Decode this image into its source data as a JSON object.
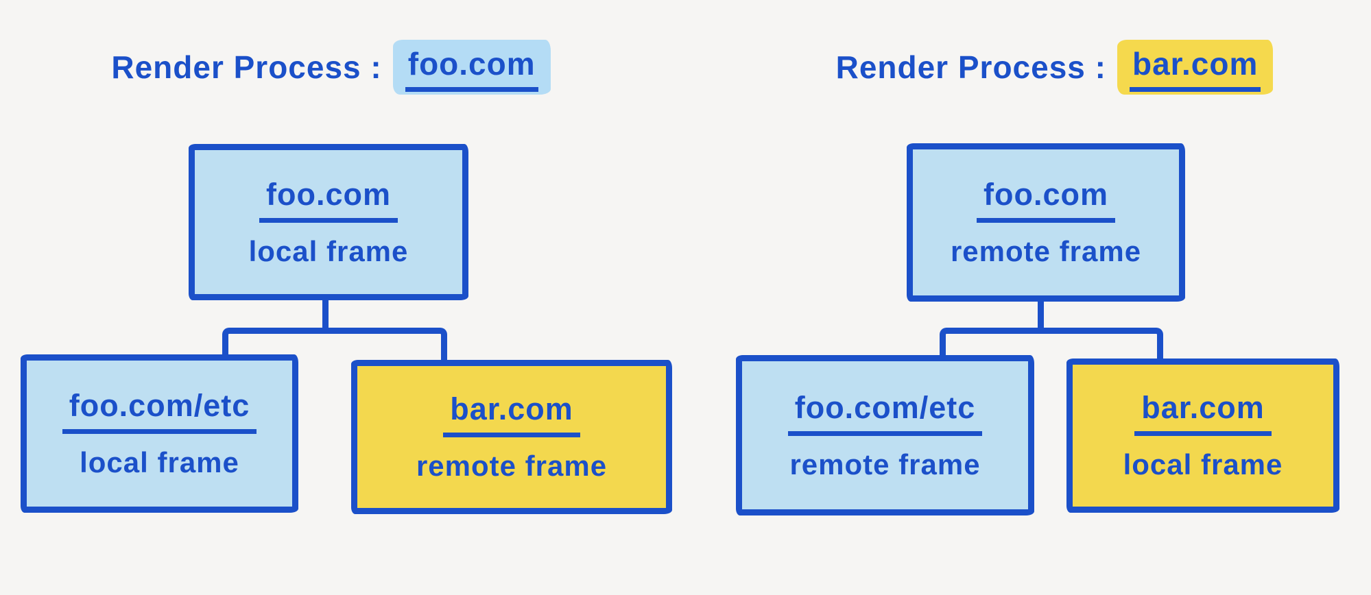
{
  "colors": {
    "ink": "#1b50c9",
    "fill_blue": "#bedff2",
    "fill_yellow": "#f3d84e",
    "hl_blue": "#b4dcf5",
    "hl_yellow": "#f5d94d",
    "bg": "#f6f5f3"
  },
  "trees": [
    {
      "title": {
        "prefix": "Render Process :",
        "process": "foo.com"
      },
      "root": {
        "domain": "foo.com",
        "frame_type": "local frame"
      },
      "children": [
        {
          "domain": "foo.com/etc",
          "frame_type": "local frame"
        },
        {
          "domain": "bar.com",
          "frame_type": "remote frame"
        }
      ]
    },
    {
      "title": {
        "prefix": "Render Process :",
        "process": "bar.com"
      },
      "root": {
        "domain": "foo.com",
        "frame_type": "remote frame"
      },
      "children": [
        {
          "domain": "foo.com/etc",
          "frame_type": "remote frame"
        },
        {
          "domain": "bar.com",
          "frame_type": "local frame"
        }
      ]
    }
  ]
}
